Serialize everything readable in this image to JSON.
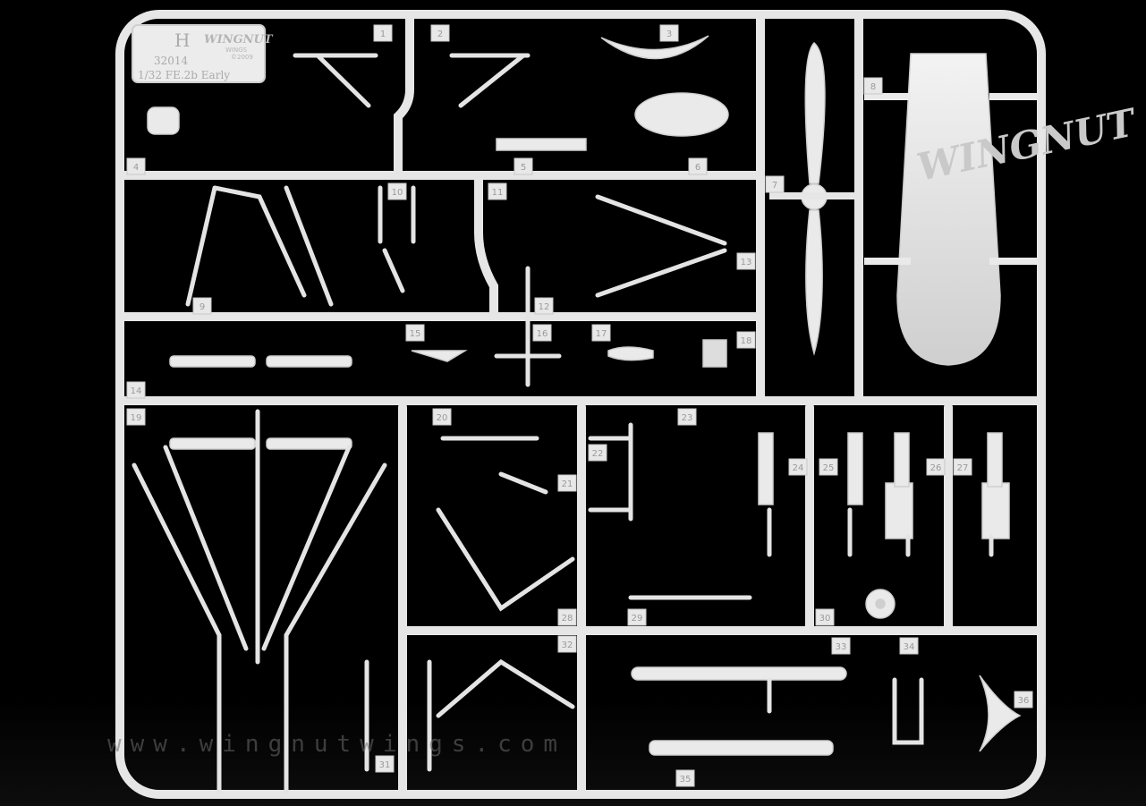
{
  "plate": {
    "letter": "H",
    "brand": "WINGNUT",
    "brand_sub": "WINGS",
    "year": "©2009",
    "kit_number": "32014",
    "kit_name": "1/32 FE.2b Early"
  },
  "part_numbers": [
    "1",
    "2",
    "3",
    "4",
    "5",
    "6",
    "7",
    "8",
    "9",
    "10",
    "11",
    "12",
    "13",
    "14",
    "15",
    "16",
    "17",
    "18",
    "19",
    "20",
    "21",
    "22",
    "23",
    "24",
    "25",
    "26",
    "27",
    "28",
    "29",
    "30",
    "31",
    "32",
    "33",
    "34",
    "35",
    "36"
  ],
  "watermark": "www.wingnutwings.com",
  "colors": {
    "background": "#000000",
    "plastic": "#e9e9e9",
    "plastic_shadow": "#bdbdbd"
  }
}
